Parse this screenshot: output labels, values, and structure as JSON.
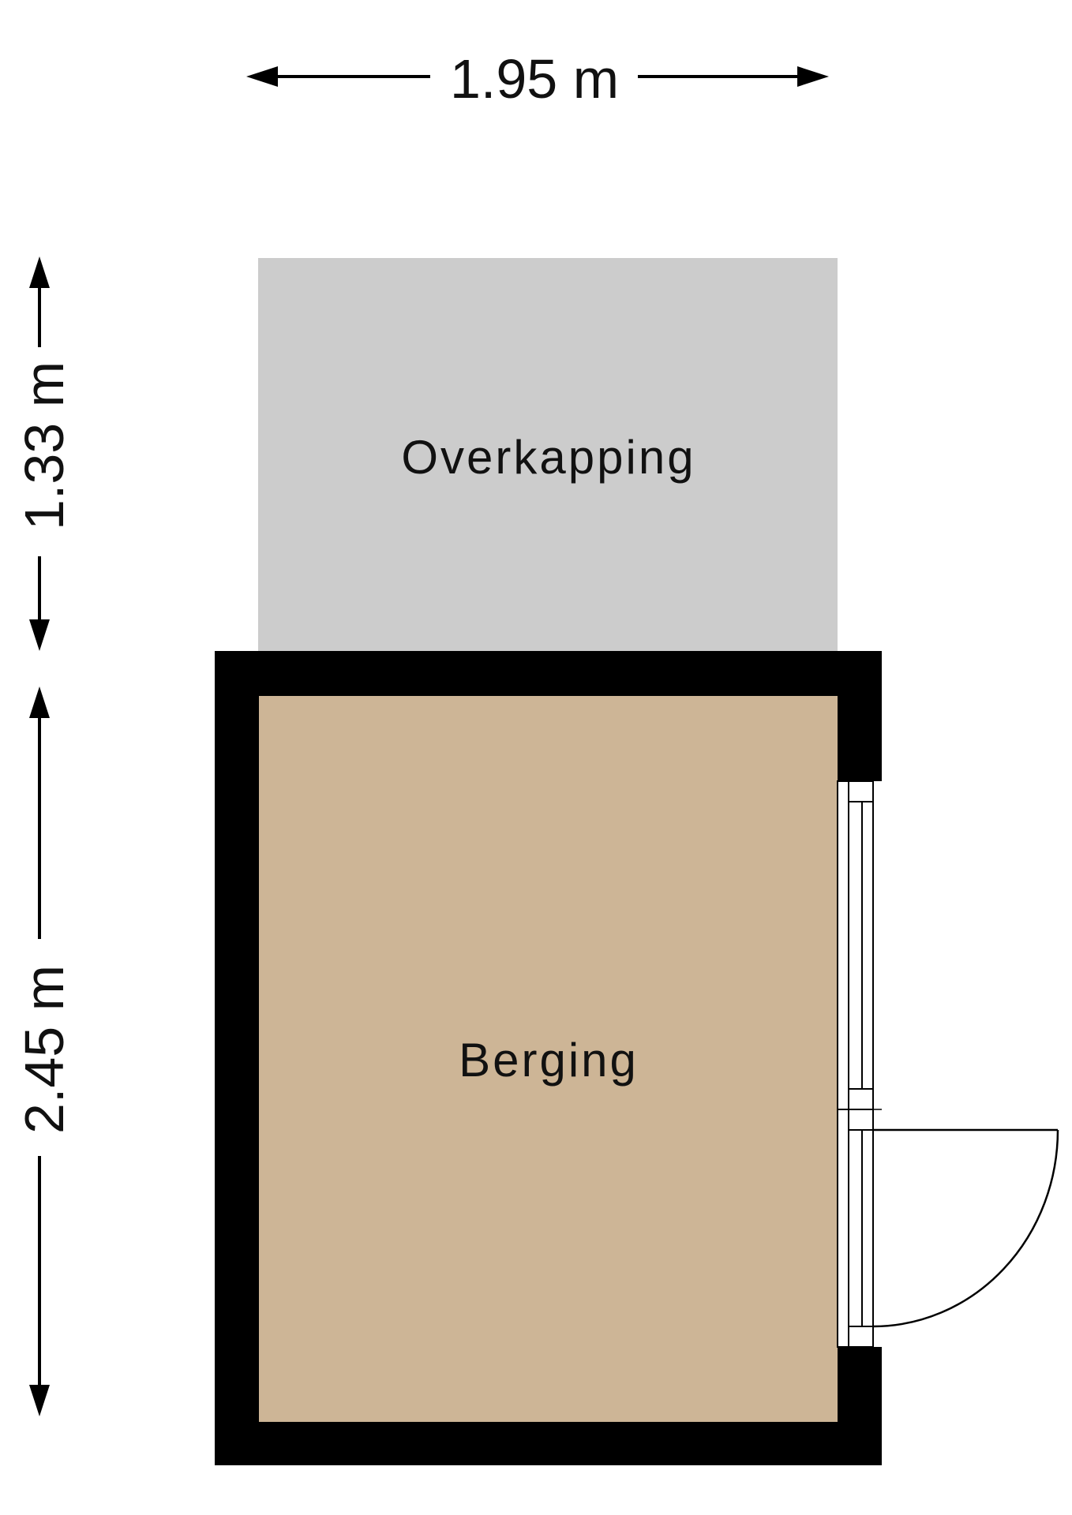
{
  "floorplan": {
    "dimensions": {
      "width": "1.95 m",
      "height_overkapping": "1.33 m",
      "height_berging": "2.45 m"
    },
    "rooms": {
      "overkapping": "Overkapping",
      "berging": "Berging"
    },
    "colors": {
      "overkapping_fill": "#cccccc",
      "berging_fill": "#cdb596",
      "wall": "#000000",
      "line": "#000000"
    }
  }
}
